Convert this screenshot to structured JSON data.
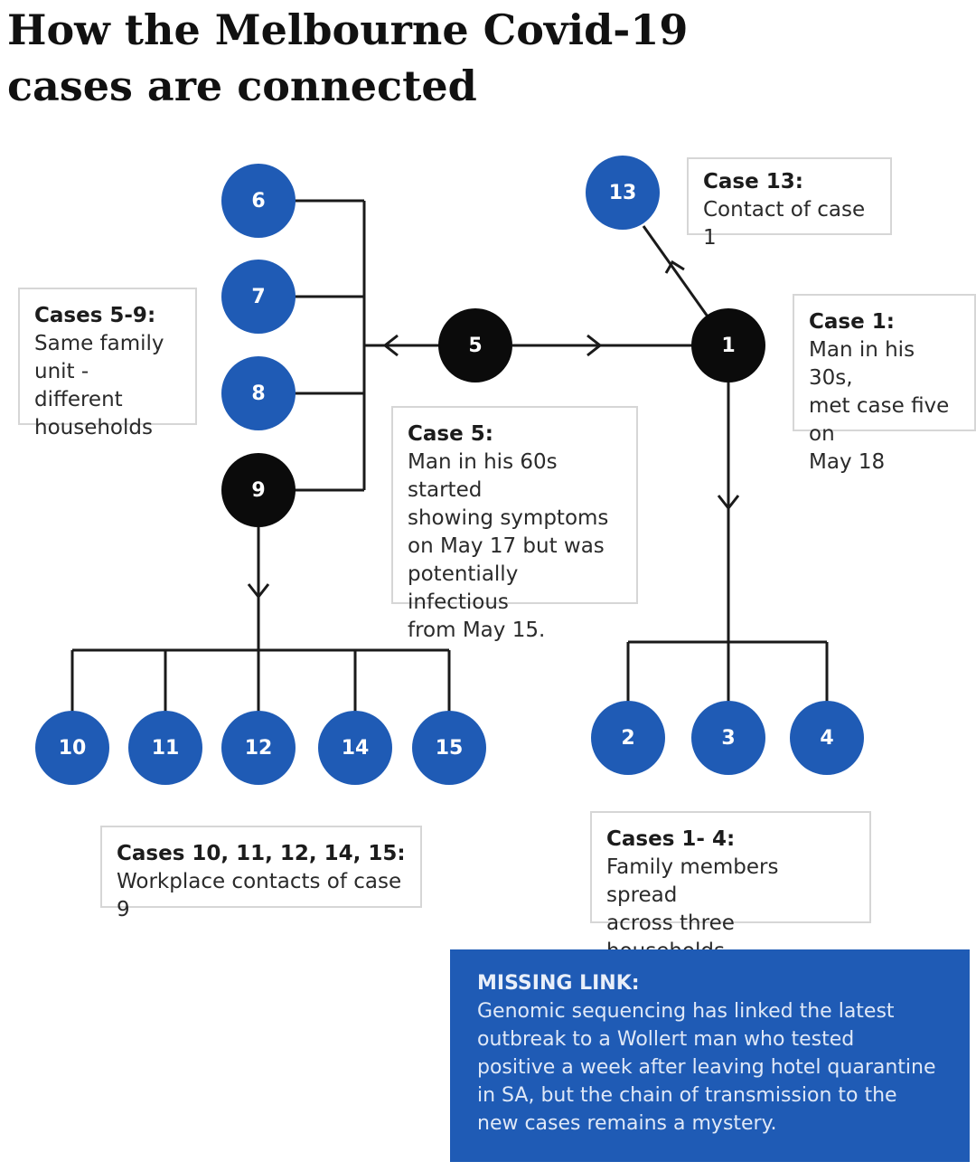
{
  "title": "How the Melbourne Covid-19 cases are connected",
  "nodes": {
    "n1": "1",
    "n2": "2",
    "n3": "3",
    "n4": "4",
    "n5": "5",
    "n6": "6",
    "n7": "7",
    "n8": "8",
    "n9": "9",
    "n10": "10",
    "n11": "11",
    "n12": "12",
    "n13": "13",
    "n14": "14",
    "n15": "15"
  },
  "callouts": {
    "case13": {
      "head": "Case 13:",
      "body": "Contact of case 1"
    },
    "case1": {
      "head": "Case 1:",
      "body": "Man in his 30s,\nmet case five on\nMay 18"
    },
    "cases5_9": {
      "head": "Cases 5-9:",
      "body": "Same family\nunit - different\nhouseholds"
    },
    "case5": {
      "head": "Case 5:",
      "body": "Man in his 60s started\nshowing symptoms\non May 17 but was\npotentially infectious\nfrom May 15."
    },
    "cases10_15": {
      "head": "Cases 10, 11, 12, 14, 15:",
      "body": "Workplace contacts of case 9"
    },
    "cases1_4": {
      "head": "Cases 1- 4:",
      "body": "Family members spread\nacross three households"
    }
  },
  "missing_link": {
    "head": "MISSING LINK:",
    "body": "Genomic sequencing has linked the latest\noutbreak to a Wollert man who tested\npositive a week after leaving hotel quarantine\nin SA, but the chain of transmission to the\nnew cases remains a mystery."
  },
  "colors": {
    "node_blue": "#1f5bb5",
    "node_black": "#0b0b0b",
    "connector": "#1a1a1a"
  }
}
